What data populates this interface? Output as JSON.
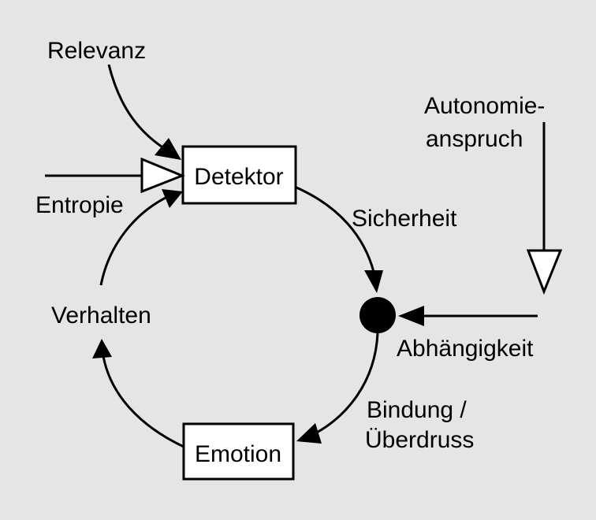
{
  "colors": {
    "background": "#e5e5e5",
    "stroke": "#000000",
    "box_fill": "#ffffff"
  },
  "nodes": {
    "detektor": "Detektor",
    "emotion": "Emotion"
  },
  "labels": {
    "relevanz": "Relevanz",
    "entropie": "Entropie",
    "sicherheit": "Sicherheit",
    "autonomie_line1": "Autonomie-",
    "autonomie_line2": "anspruch",
    "abhaengigkeit": "Abhängigkeit",
    "bindung_line1": "Bindung /",
    "bindung_line2": "Überdruss",
    "verhalten": "Verhalten"
  }
}
